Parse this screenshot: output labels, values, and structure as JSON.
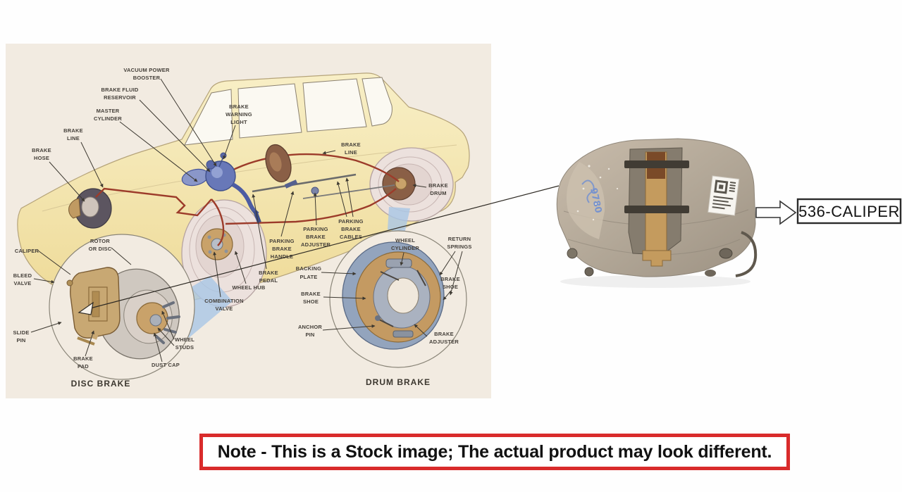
{
  "note": {
    "text": "Note - This is a Stock image; The actual product may look different."
  },
  "product": {
    "part_label": "536-CALIPER",
    "handwriting": "9780",
    "description": "used brake caliper photo"
  },
  "colors": {
    "diagram_background": "#f2ebe1",
    "note_border_red": "#d92b2b",
    "brake_line_red": "#9c3b2a",
    "car_body_yellow": "#f3e5ac",
    "booster_blue": "#6878b8",
    "caliper_body": "#b3a898",
    "label_text": "#45403a",
    "part_box_border": "#2b2b2b"
  },
  "diagram": {
    "labels": {
      "vacuum_power_booster": {
        "lines": [
          "VACUUM POWER",
          "BOOSTER"
        ]
      },
      "brake_fluid_reservoir": {
        "lines": [
          "BRAKE FLUID",
          "RESERVOIR"
        ]
      },
      "master_cylinder": {
        "lines": [
          "MASTER",
          "CYLINDER"
        ]
      },
      "brake_line_front": {
        "lines": [
          "BRAKE",
          "LINE"
        ]
      },
      "brake_hose": {
        "lines": [
          "BRAKE",
          "HOSE"
        ]
      },
      "brake_warning_light": {
        "lines": [
          "BRAKE",
          "WARNING",
          "LIGHT"
        ]
      },
      "brake_line_rear": {
        "lines": [
          "BRAKE",
          "LINE"
        ]
      },
      "brake_drum": {
        "lines": [
          "BRAKE",
          "DRUM"
        ]
      },
      "parking_brake_handle": {
        "lines": [
          "PARKING",
          "BRAKE",
          "HANDLE"
        ]
      },
      "parking_brake_adjuster": {
        "lines": [
          "PARKING",
          "BRAKE",
          "ADJUSTER"
        ]
      },
      "parking_brake_cables": {
        "lines": [
          "PARKING",
          "BRAKE",
          "CABLES"
        ]
      },
      "wheel_cylinder": {
        "lines": [
          "WHEEL",
          "CYLINDER"
        ]
      },
      "return_springs": {
        "lines": [
          "RETURN",
          "SPRINGS"
        ]
      },
      "brake_pedal": {
        "lines": [
          "BRAKE",
          "PEDAL"
        ]
      },
      "wheel_hub": {
        "lines": [
          "WHEEL HUB"
        ]
      },
      "combination_valve": {
        "lines": [
          "COMBINATION",
          "VALVE"
        ]
      },
      "caliper": {
        "lines": [
          "CALIPER"
        ]
      },
      "rotor_or_disc": {
        "lines": [
          "ROTOR",
          "OR DISC"
        ]
      },
      "bleed_valve": {
        "lines": [
          "BLEED",
          "VALVE"
        ]
      },
      "slide_pin": {
        "lines": [
          "SLIDE",
          "PIN"
        ]
      },
      "brake_pad": {
        "lines": [
          "BRAKE",
          "PAD"
        ]
      },
      "wheel_studs": {
        "lines": [
          "WHEEL",
          "STUDS"
        ]
      },
      "dust_cap": {
        "lines": [
          "DUST CAP"
        ]
      },
      "disc_brake_title": {
        "lines": [
          "DISC BRAKE"
        ]
      },
      "backing_plate": {
        "lines": [
          "BACKING",
          "PLATE"
        ]
      },
      "brake_shoe_left": {
        "lines": [
          "BRAKE",
          "SHOE"
        ]
      },
      "anchor_pin": {
        "lines": [
          "ANCHOR",
          "PIN"
        ]
      },
      "brake_shoe_right": {
        "lines": [
          "BRAKE",
          "SHOE"
        ]
      },
      "brake_adjuster": {
        "lines": [
          "BRAKE",
          "ADJUSTER"
        ]
      },
      "drum_brake_title": {
        "lines": [
          "DRUM BRAKE"
        ]
      }
    }
  }
}
